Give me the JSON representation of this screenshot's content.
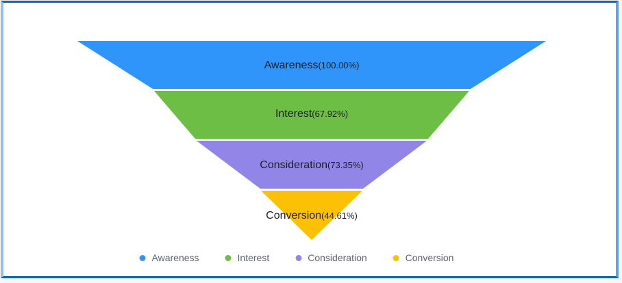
{
  "chart_data": {
    "type": "funnel",
    "shape": "inverted-pyramid",
    "title": "",
    "stages": [
      {
        "name": "Awareness",
        "value_pct": 100.0,
        "pct_label": "(100.00%)",
        "full_label": "Awareness(100.00%)",
        "color": "#3095fb"
      },
      {
        "name": "Interest",
        "value_pct": 67.92,
        "pct_label": "(67.92%)",
        "full_label": "Interest(67.92%)",
        "color": "#6cbe45"
      },
      {
        "name": "Consideration",
        "value_pct": 73.35,
        "pct_label": "(73.35%)",
        "full_label": "Consideration(73.35%)",
        "color": "#9186e8"
      },
      {
        "name": "Conversion",
        "value_pct": 44.61,
        "pct_label": "(44.61%)",
        "full_label": "Conversion(44.61%)",
        "color": "#fcc004"
      }
    ],
    "legend": {
      "position": "bottom",
      "items": [
        "Awareness",
        "Interest",
        "Consideration",
        "Conversion"
      ]
    },
    "label_color": "#1d1d1d",
    "legend_text_color": "#5e6470"
  }
}
